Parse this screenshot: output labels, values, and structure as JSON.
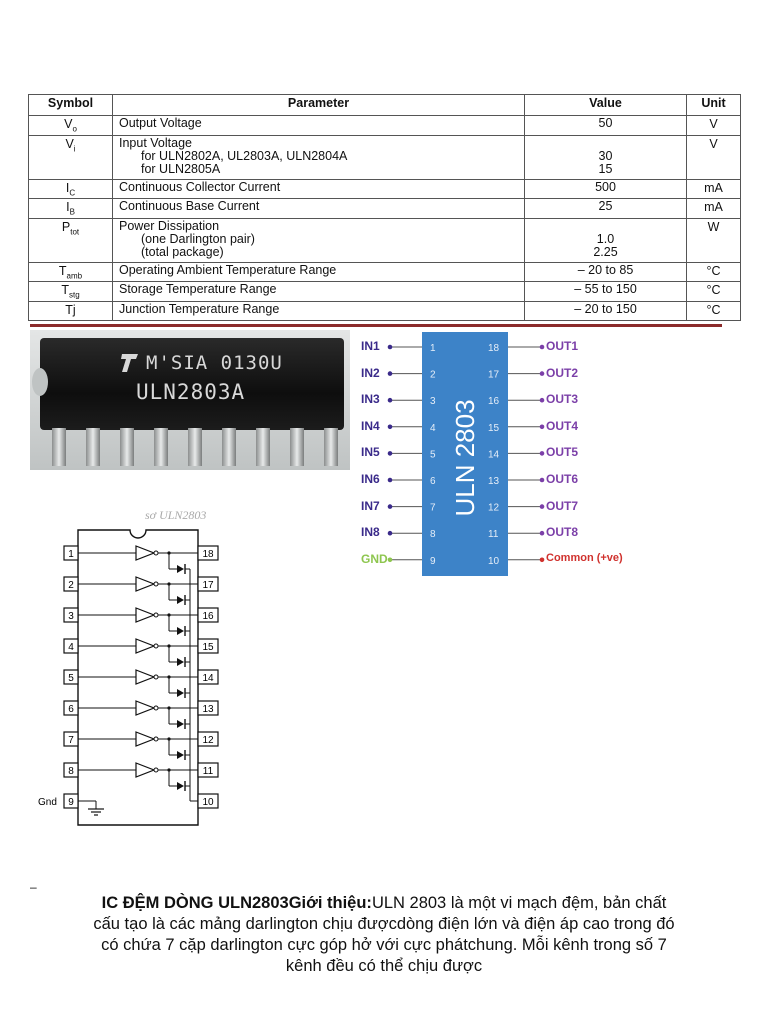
{
  "table": {
    "headers": [
      "Symbol",
      "Parameter",
      "Value",
      "Unit"
    ],
    "rows": [
      {
        "symbol": "V",
        "sub": "o",
        "parameter": [
          "Output Voltage"
        ],
        "value": [
          "50"
        ],
        "unit": "V"
      },
      {
        "symbol": "V",
        "sub": "i",
        "parameter": [
          "Input Voltage",
          "for ULN2802A, UL2803A, ULN2804A",
          "for ULN2805A"
        ],
        "value": [
          "",
          "30",
          "15"
        ],
        "unit": "V"
      },
      {
        "symbol": "I",
        "sub": "C",
        "parameter": [
          "Continuous Collector Current"
        ],
        "value": [
          "500"
        ],
        "unit": "mA"
      },
      {
        "symbol": "I",
        "sub": "B",
        "parameter": [
          "Continuous Base Current"
        ],
        "value": [
          "25"
        ],
        "unit": "mA"
      },
      {
        "symbol": "P",
        "sub": "tot",
        "parameter": [
          "Power Dissipation",
          "(one Darlington pair)",
          "(total package)"
        ],
        "value": [
          "",
          "1.0",
          "2.25"
        ],
        "unit": "W"
      },
      {
        "symbol": "T",
        "sub": "amb",
        "parameter": [
          "Operating Ambient Temperature Range"
        ],
        "value": [
          "– 20 to 85"
        ],
        "unit": "°C"
      },
      {
        "symbol": "T",
        "sub": "stg",
        "parameter": [
          "Storage Temperature Range"
        ],
        "value": [
          "– 55 to 150"
        ],
        "unit": "°C"
      },
      {
        "symbol": "Tj",
        "sub": "",
        "parameter": [
          "Junction Temperature Range"
        ],
        "value": [
          "– 20 to 150"
        ],
        "unit": "°C"
      }
    ]
  },
  "chip_photo": {
    "line1": "M'SIA 0130U",
    "line2": "ULN2803A"
  },
  "pinout": {
    "chip_label": "ULN 2803",
    "left": [
      {
        "name": "IN1",
        "pin": "1"
      },
      {
        "name": "IN2",
        "pin": "2"
      },
      {
        "name": "IN3",
        "pin": "3"
      },
      {
        "name": "IN4",
        "pin": "4"
      },
      {
        "name": "IN5",
        "pin": "5"
      },
      {
        "name": "IN6",
        "pin": "6"
      },
      {
        "name": "IN7",
        "pin": "7"
      },
      {
        "name": "IN8",
        "pin": "8"
      },
      {
        "name": "GND",
        "pin": "9"
      }
    ],
    "right": [
      {
        "name": "OUT1",
        "pin": "18"
      },
      {
        "name": "OUT2",
        "pin": "17"
      },
      {
        "name": "OUT3",
        "pin": "16"
      },
      {
        "name": "OUT4",
        "pin": "15"
      },
      {
        "name": "OUT5",
        "pin": "14"
      },
      {
        "name": "OUT6",
        "pin": "13"
      },
      {
        "name": "OUT7",
        "pin": "12"
      },
      {
        "name": "OUT8",
        "pin": "11"
      },
      {
        "name": "Common (+ve)",
        "pin": "10"
      }
    ]
  },
  "logic": {
    "left_pins": [
      "1",
      "2",
      "3",
      "4",
      "5",
      "6",
      "7",
      "8",
      "9"
    ],
    "right_pins": [
      "18",
      "17",
      "16",
      "15",
      "14",
      "13",
      "12",
      "11",
      "10"
    ],
    "gnd_label": "Gnd"
  },
  "faint_caption": "sơ ULN2803",
  "dash": "–",
  "intro": {
    "title": "IC ĐỆM DÒNG ULN2803",
    "subtitle": "Giới thiệu:",
    "body": "ULN 2803 là một vi mạch đệm, bản chất cấu tạo là các mảng darlington chịu đượcdòng điện lớn và điện áp cao trong đó có chứa 7 cặp darlington cực góp hở với cực phátchung. Mỗi kênh trong số 7 kênh đều có thể chịu được"
  },
  "colors": {
    "pinout_body": "#3d83c8",
    "in_label": "#3a2a8a",
    "out_label": "#7b3fa8",
    "gnd_label": "#8ec64f",
    "common_label": "#d0312d",
    "separator": "#8b2a2a"
  }
}
